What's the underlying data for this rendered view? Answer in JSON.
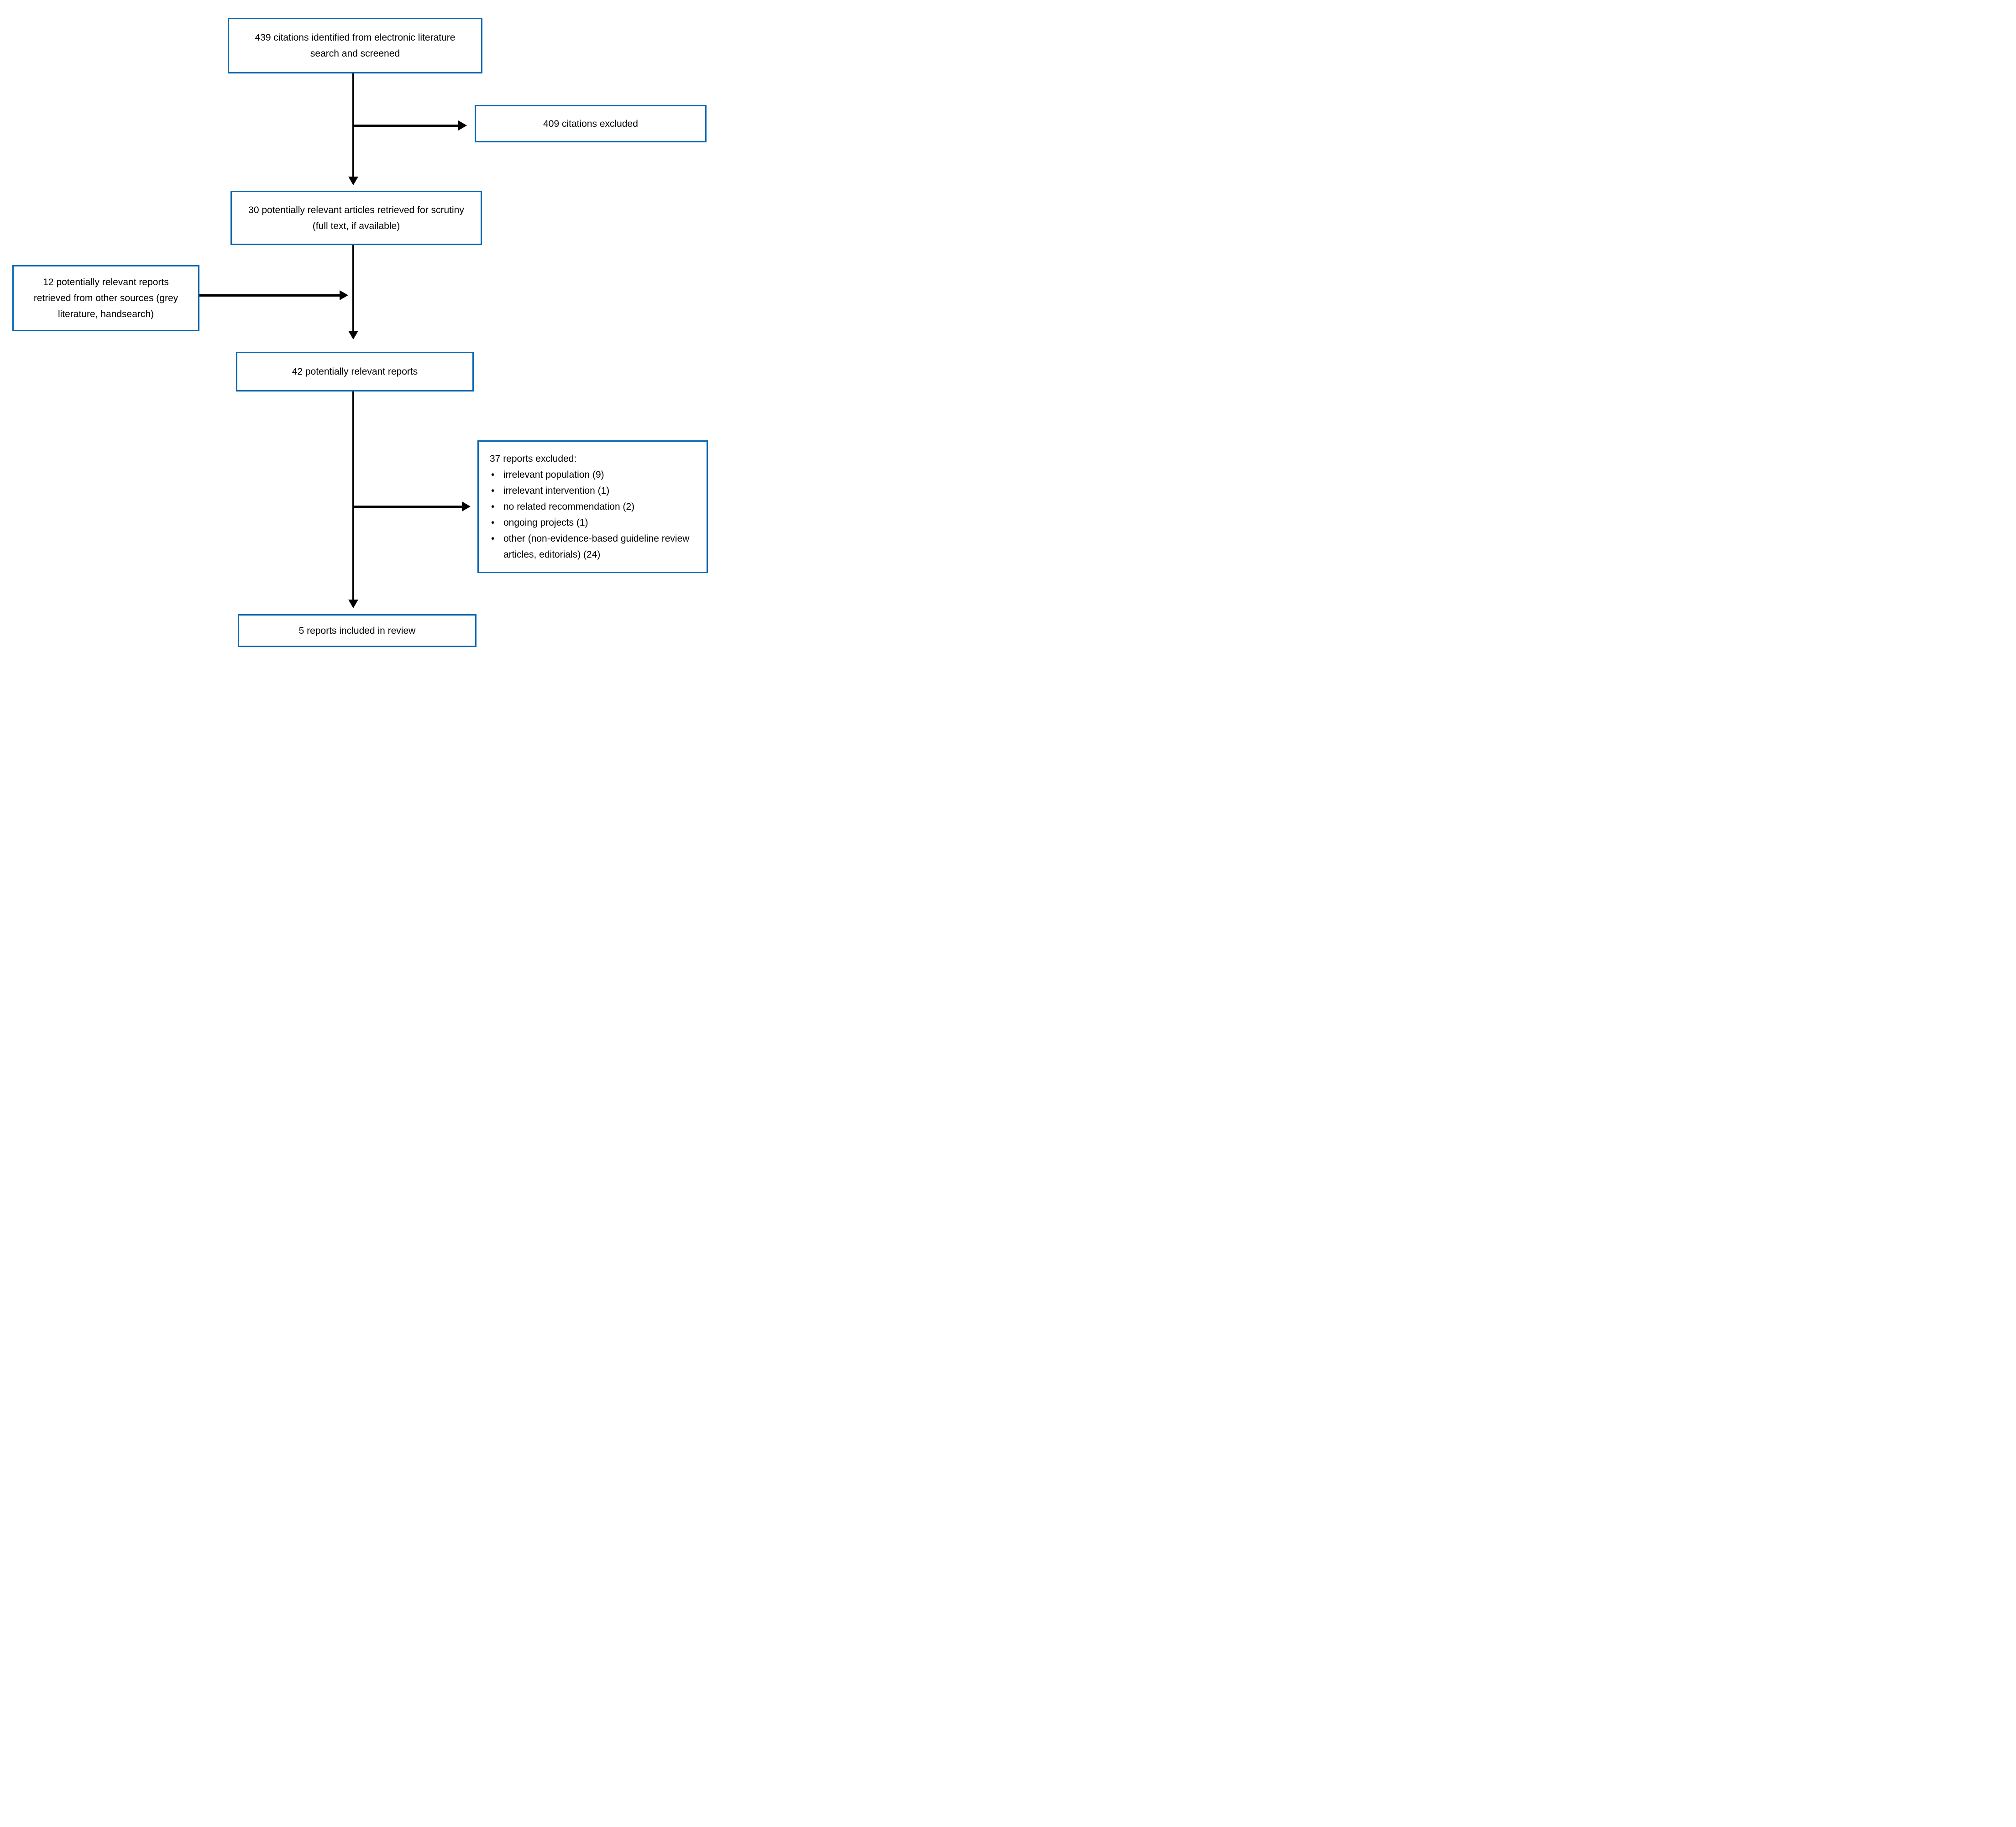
{
  "figure": {
    "type": "prisma-flowchart",
    "colors": {
      "background": "#ffffff",
      "box_border": "#0768b3",
      "arrow": "#000000",
      "text": "#000000"
    },
    "boxes": {
      "identified": "439 citations identified from electronic literature search and screened",
      "citations_excluded": "409 citations excluded",
      "retrieved": "30 potentially relevant articles retrieved for scrutiny (full text, if available)",
      "other_sources": "12 potentially relevant reports retrieved from other sources (grey literature, handsearch)",
      "combined": "42 potentially relevant reports",
      "reports_excluded": {
        "heading": "37 reports excluded:",
        "bullet_glyph": "•",
        "items": [
          "irrelevant population (9)",
          "irrelevant intervention (1)",
          "no related recommendation (2)",
          "ongoing projects (1)",
          "other (non-evidence-based guideline review articles, editorials) (24)"
        ]
      },
      "included": "5 reports included in review"
    }
  }
}
